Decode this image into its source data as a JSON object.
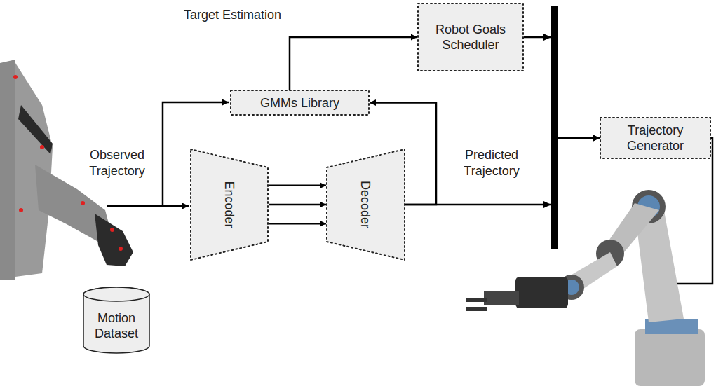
{
  "diagram": {
    "nodes": [
      {
        "text": [
          "GMMs Library"
        ]
      },
      {
        "text": [
          "Robot Goals Scheduler"
        ]
      },
      {
        "text": [
          "Encoder"
        ]
      },
      {
        "text": [
          "Decoder"
        ]
      },
      {
        "text": [
          "Trajectory Generator"
        ]
      },
      {
        "text": [
          "Motion Dataset"
        ]
      }
    ],
    "edges": [
      {
        "from": 0,
        "to": 1,
        "arrow": "to",
        "label": "Target Estimation"
      },
      {
        "from": 2,
        "to": 3,
        "arrow": "to"
      },
      {
        "from": 2,
        "to": 3,
        "arrow": "to"
      },
      {
        "from": 2,
        "to": 3,
        "arrow": "to"
      },
      {
        "from": 3,
        "to": 0,
        "arrow": "to"
      },
      {
        "from": 1,
        "to": 4,
        "arrow": "to"
      },
      {
        "from": 3,
        "to": 4,
        "arrow": "to"
      }
    ],
    "labels": [
      "Observed Trajectory",
      "Predicted Trajectory"
    ]
  }
}
